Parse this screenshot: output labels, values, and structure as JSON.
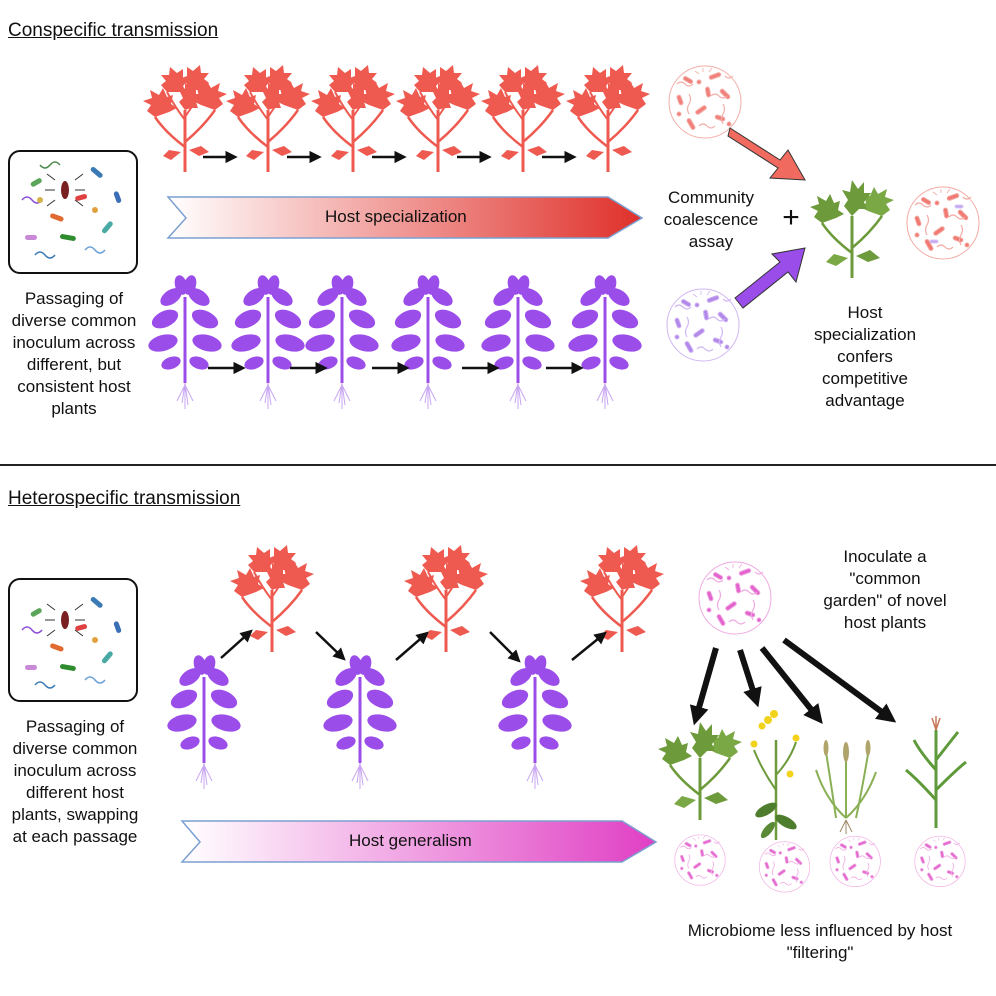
{
  "conspecific": {
    "heading": "Conspecific transmission",
    "inoculum_caption": [
      "Passaging of",
      "diverse common",
      "inoculum across",
      "different, but",
      "consistent host",
      "plants"
    ],
    "banner_label": "Host specialization",
    "assay_label": [
      "Community",
      "coalescence",
      "assay"
    ],
    "plus_sign": "+",
    "result_label": [
      "Host",
      "specialization",
      "confers",
      "competitive",
      "advantage"
    ]
  },
  "heterospecific": {
    "heading": "Heterospecific transmission",
    "inoculum_caption": [
      "Passaging of",
      "diverse common",
      "inoculum across",
      "different host",
      "plants, swapping",
      "at each passage"
    ],
    "banner_label": "Host generalism",
    "garden_label": [
      "Inoculate a",
      "\"common",
      "garden\" of novel",
      "host plants"
    ],
    "result_label": [
      "Microbiome less influenced by host",
      "\"filtering\""
    ]
  },
  "colors": {
    "tomato": "#ef5a50",
    "basil": "#9b4dea",
    "green_plant": "#6d9a3a",
    "specialization_end": "#e0302a",
    "generalism_end": "#e03fc4",
    "banner_border": "#7b9fd0"
  }
}
